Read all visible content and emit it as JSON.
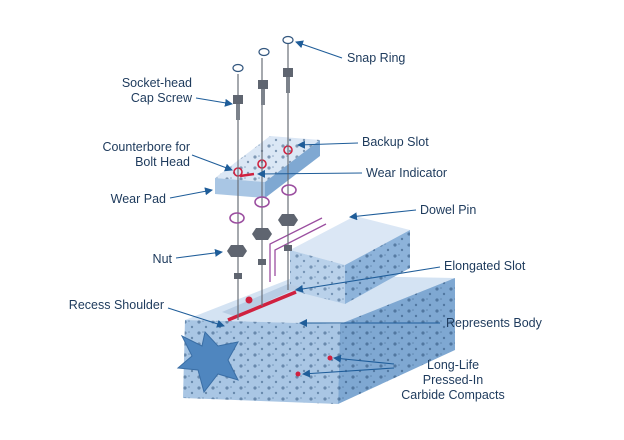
{
  "labels": {
    "snap_ring": "Snap Ring",
    "socket_head_1": "Socket-head",
    "socket_head_2": "Cap Screw",
    "counterbore_1": "Counterbore for",
    "counterbore_2": "Bolt Head",
    "backup_slot": "Backup Slot",
    "wear_indicator": "Wear Indicator",
    "wear_pad": "Wear Pad",
    "dowel_pin": "Dowel Pin",
    "nut": "Nut",
    "elongated_slot": "Elongated Slot",
    "recess_shoulder": "Recess Shoulder",
    "represents_body": "Represents Body",
    "carbide_1": "Long-Life",
    "carbide_2": "Pressed-In",
    "carbide_3": "Carbide Compacts"
  },
  "colors": {
    "label_text": "#1d3a5c",
    "leader_line": "#1f5d99",
    "body_top": "#d4e3f3",
    "body_front": "#a9c6e4",
    "body_side": "#7fa8d2",
    "star_end": "#4f86bf",
    "accent_red": "#d0213f",
    "hardware": "#5f6570",
    "ring_purple": "#9b4fa0"
  }
}
